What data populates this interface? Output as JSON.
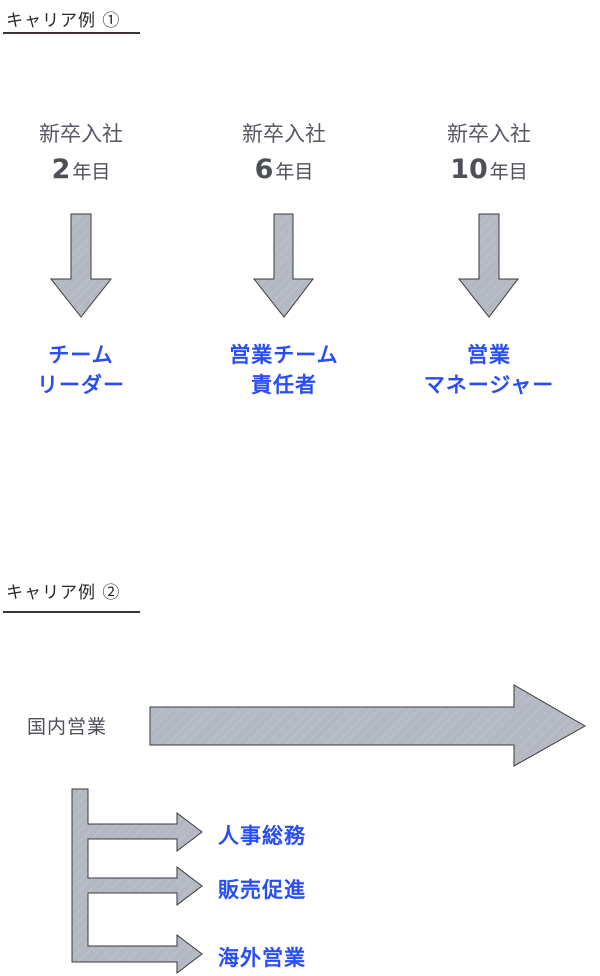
{
  "example1": {
    "title": "キャリア例 ①",
    "steps": [
      {
        "label": "新卒入社",
        "year_number": "2",
        "year_unit": "年目",
        "role_line1": "チーム",
        "role_line2": "リーダー"
      },
      {
        "label": "新卒入社",
        "year_number": "6",
        "year_unit": "年目",
        "role_line1": "営業チーム",
        "role_line2": "責任者"
      },
      {
        "label": "新卒入社",
        "year_number": "10",
        "year_unit": "年目",
        "role_line1": "営業",
        "role_line2": "マネージャー"
      }
    ]
  },
  "example2": {
    "title": "キャリア例 ②",
    "main_track": "国内営業",
    "branches": [
      {
        "label": "人事総務"
      },
      {
        "label": "販売促進"
      },
      {
        "label": "海外営業"
      }
    ]
  },
  "colors": {
    "accent_blue": "#2a4df5",
    "arrow_fill": "#b3b8c2",
    "arrow_stroke": "#3a3a3a",
    "text_gray": "#555862",
    "rule": "#3d3434"
  }
}
